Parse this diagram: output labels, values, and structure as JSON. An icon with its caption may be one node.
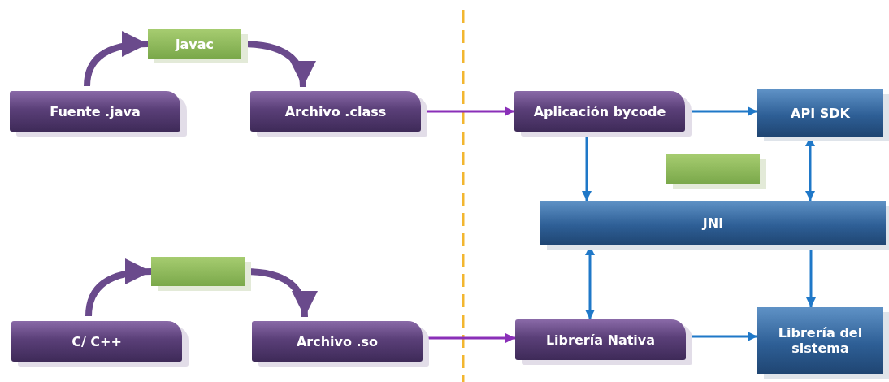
{
  "diagram": {
    "nodes": [
      {
        "text": [
          "Fuente .java"
        ]
      },
      {
        "text": [
          "javac"
        ]
      },
      {
        "text": [
          "Archivo .class"
        ]
      },
      {
        "text": [
          "C/ C++"
        ]
      },
      {
        "text": [],
        "shape": "box"
      },
      {
        "text": [
          "Archivo .so"
        ]
      },
      {
        "text": [
          "Aplicación bycode"
        ]
      },
      {
        "text": [
          "API SDK"
        ]
      },
      {
        "text": [],
        "shape": "box"
      },
      {
        "text": [
          "JNI"
        ]
      },
      {
        "text": [
          "Librería Nativa"
        ]
      },
      {
        "text": [
          "Librería del sistema"
        ]
      }
    ],
    "edges": [
      {
        "from": 0,
        "to": 1,
        "arrow": "to",
        "style": "thick",
        "color": "#6a4a8c"
      },
      {
        "from": 1,
        "to": 2,
        "arrow": "to",
        "style": "thick",
        "color": "#6a4a8c"
      },
      {
        "from": 3,
        "to": 4,
        "arrow": "to",
        "style": "thick",
        "color": "#6a4a8c"
      },
      {
        "from": 4,
        "to": 5,
        "arrow": "to",
        "style": "thick",
        "color": "#6a4a8c"
      },
      {
        "from": 2,
        "to": 6,
        "arrow": "to",
        "color": "#8a2fb8"
      },
      {
        "from": 6,
        "to": 7,
        "arrow": "to",
        "color": "#1f78c8"
      },
      {
        "from": 6,
        "to": 9,
        "arrow": "to",
        "color": "#1f78c8"
      },
      {
        "from": 9,
        "to": 7,
        "arrow": "both",
        "color": "#1f78c8"
      },
      {
        "from": 9,
        "to": 10,
        "arrow": "both",
        "color": "#1f78c8"
      },
      {
        "from": 9,
        "to": 11,
        "arrow": "to",
        "color": "#1f78c8"
      },
      {
        "from": 5,
        "to": 10,
        "arrow": "to",
        "color": "#8a2fb8"
      },
      {
        "from": 10,
        "to": 11,
        "arrow": "to",
        "color": "#1f78c8"
      }
    ]
  }
}
